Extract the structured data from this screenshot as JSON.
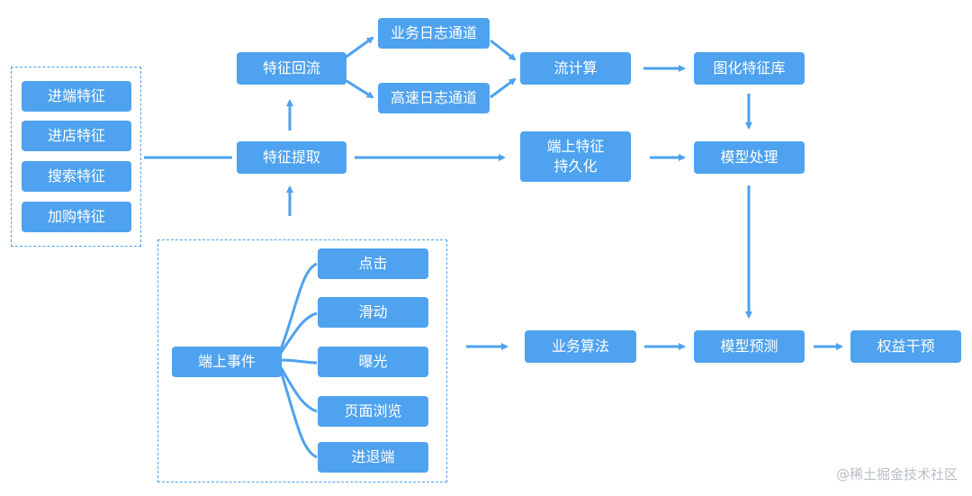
{
  "left_group": {
    "items": [
      "进端特征",
      "进店特征",
      "搜索特征",
      "加购特征"
    ]
  },
  "nodes": {
    "feature_backflow": "特征回流",
    "feature_extract": "特征提取",
    "biz_log_channel": "业务日志通道",
    "highspeed_log_channel": "高速日志通道",
    "stream_compute": "流计算",
    "graph_feature_store": "图化特征库",
    "device_feature_persist": "端上特征\n持久化",
    "model_processing": "模型处理",
    "biz_algorithm": "业务算法",
    "model_prediction": "模型预测",
    "rights_intervention": "权益干预",
    "device_events": "端上事件"
  },
  "event_group": {
    "items": [
      "点击",
      "滑动",
      "曝光",
      "页面浏览",
      "进退端"
    ]
  },
  "watermark": "@稀土掘金技术社区"
}
